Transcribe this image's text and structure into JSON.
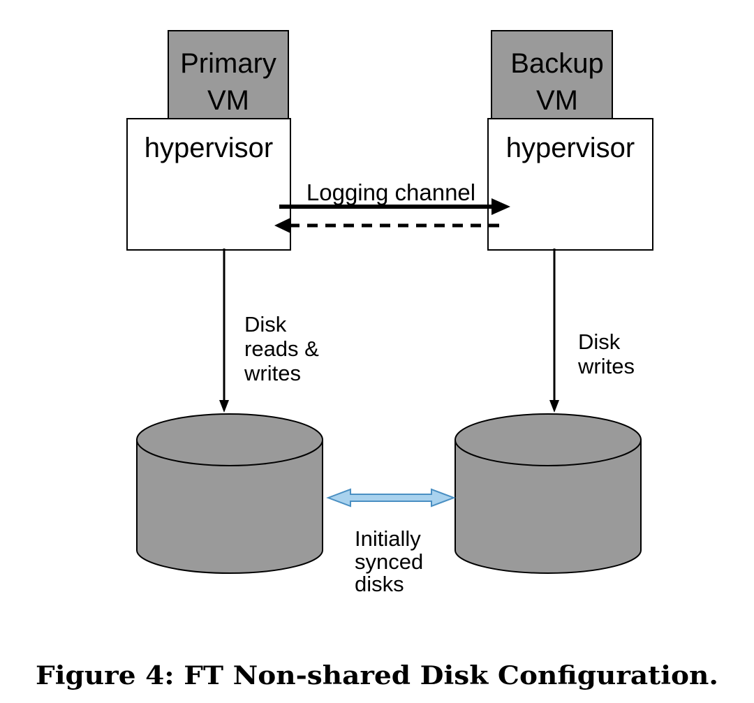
{
  "primary": {
    "vm_label_line1": "Primary",
    "vm_label_line2": "VM",
    "hypervisor_label": "hypervisor",
    "disk_io_line1": "Disk",
    "disk_io_line2": "reads &",
    "disk_io_line3": "writes"
  },
  "backup": {
    "vm_label_line1": "Backup",
    "vm_label_line2": "VM",
    "hypervisor_label": "hypervisor",
    "disk_io_line1": "Disk",
    "disk_io_line2": "writes"
  },
  "logging_channel_label": "Logging channel",
  "sync": {
    "line1": "Initially",
    "line2": "synced",
    "line3": "disks"
  },
  "caption": "Figure 4: FT Non-shared Disk Configuration.",
  "colors": {
    "vm_fill": "#9a9a9a",
    "disk_fill": "#9a9a9a",
    "sync_arrow_fill": "#a9d2ee",
    "sync_arrow_stroke": "#4a8fc2"
  }
}
